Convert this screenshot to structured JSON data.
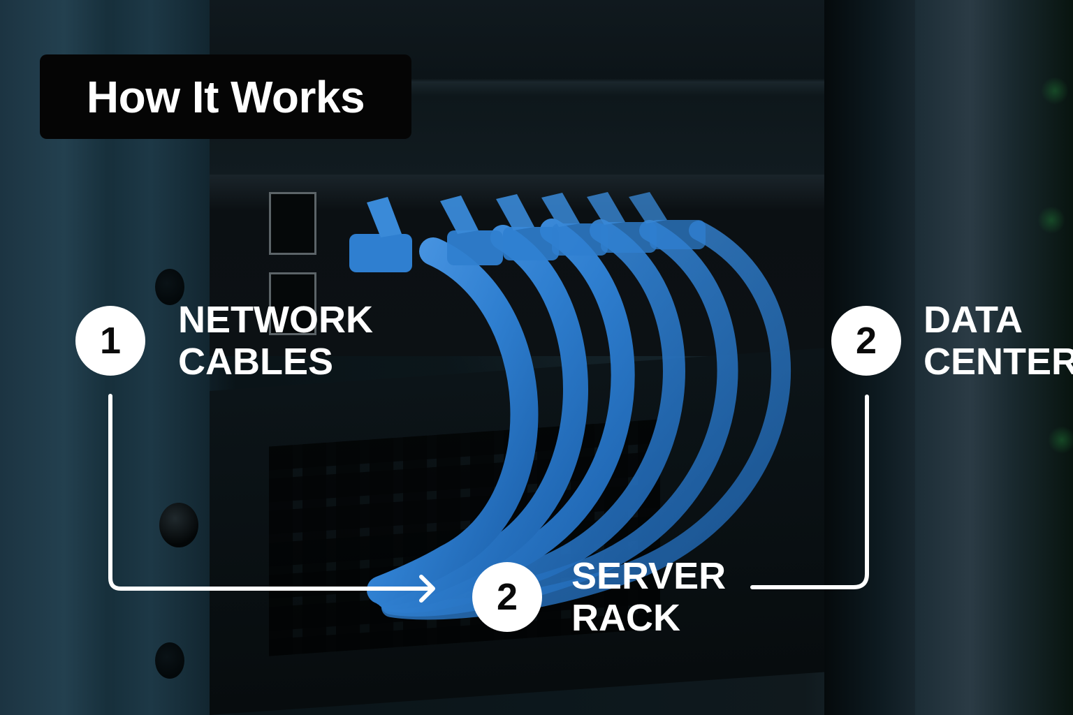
{
  "title": "How It Works",
  "steps": [
    {
      "number": "1",
      "line1": "NETWORK",
      "line2": "CABLES"
    },
    {
      "number": "2",
      "line1": "SERVER",
      "line2": "RACK"
    },
    {
      "number": "2",
      "line1": "DATA",
      "line2": "CENTER"
    }
  ],
  "colors": {
    "cable_blue": "#2f7fd0",
    "label_text": "#ffffff",
    "badge_fill": "#ffffff",
    "badge_text": "#0a0a0a",
    "title_box": "#050505"
  }
}
